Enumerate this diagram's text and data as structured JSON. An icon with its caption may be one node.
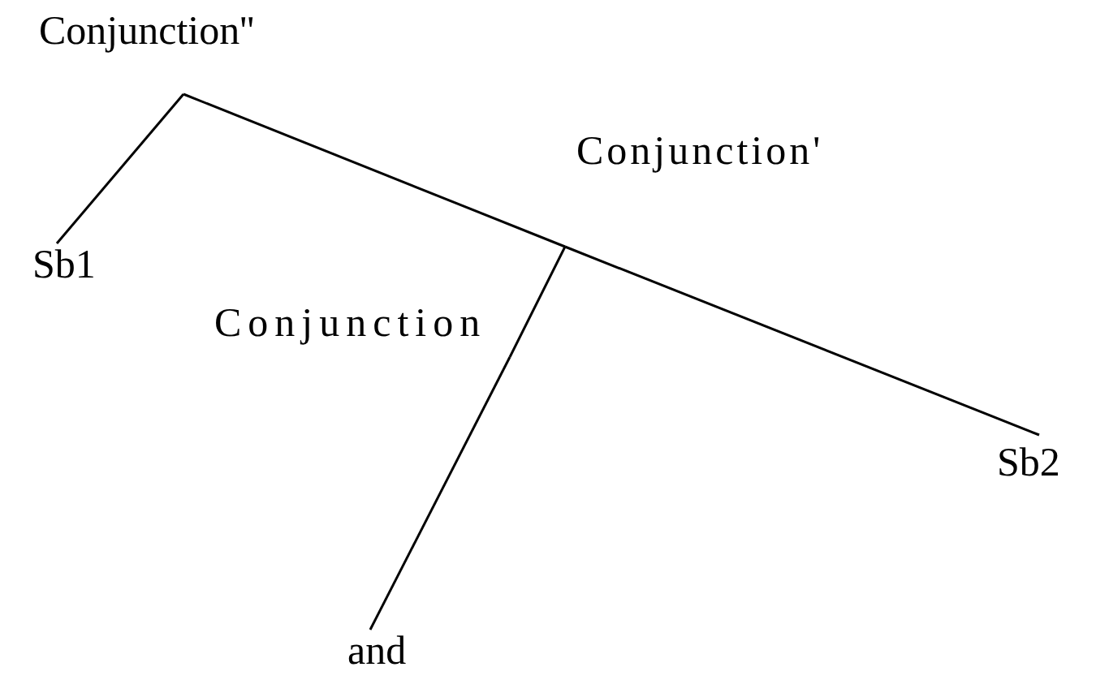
{
  "diagram": {
    "nodes": [
      {
        "text": [
          "Conjunction''"
        ]
      },
      {
        "text": [
          "Sb1"
        ]
      },
      {
        "text": [
          "Conjunction'"
        ]
      },
      {
        "text": [
          "Conjunction"
        ]
      },
      {
        "text": [
          "Sb2"
        ]
      },
      {
        "text": [
          "and"
        ]
      }
    ],
    "edges": [
      {
        "from": 0,
        "to": 1,
        "arrow": "none"
      },
      {
        "from": 0,
        "to": 2,
        "arrow": "none"
      },
      {
        "from": 2,
        "to": 3,
        "arrow": "none"
      },
      {
        "from": 2,
        "to": 4,
        "arrow": "none"
      },
      {
        "from": 3,
        "to": 5,
        "arrow": "none"
      }
    ]
  }
}
